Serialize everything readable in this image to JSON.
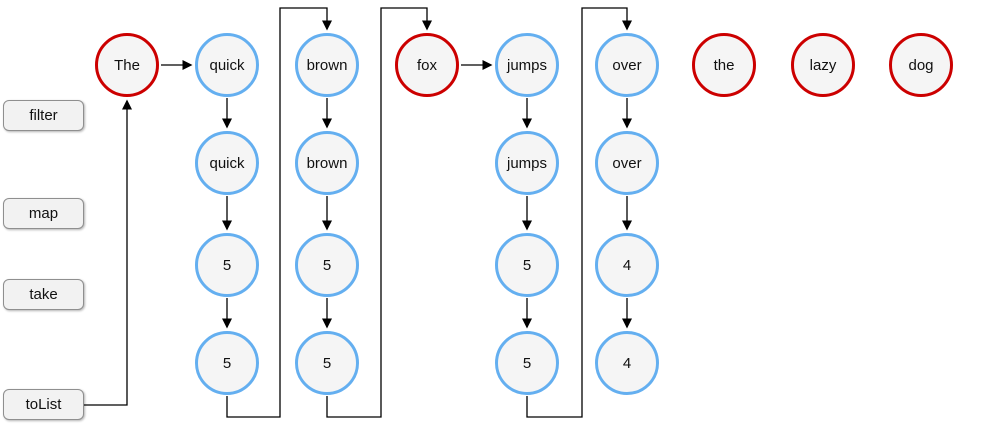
{
  "operations": [
    {
      "label": "filter"
    },
    {
      "label": "map"
    },
    {
      "label": "take"
    },
    {
      "label": "toList"
    }
  ],
  "rows": [
    {
      "name": "source-elements",
      "items": [
        {
          "label": "The",
          "state": "rejected"
        },
        {
          "label": "quick",
          "state": "accepted"
        },
        {
          "label": "brown",
          "state": "accepted"
        },
        {
          "label": "fox",
          "state": "rejected"
        },
        {
          "label": "jumps",
          "state": "accepted"
        },
        {
          "label": "over",
          "state": "accepted"
        },
        {
          "label": "the",
          "state": "rejected"
        },
        {
          "label": "lazy",
          "state": "rejected"
        },
        {
          "label": "dog",
          "state": "rejected"
        }
      ]
    },
    {
      "name": "after-filter",
      "items": [
        {
          "label": "quick",
          "state": "accepted"
        },
        {
          "label": "brown",
          "state": "accepted"
        },
        {
          "label": "jumps",
          "state": "accepted"
        },
        {
          "label": "over",
          "state": "accepted"
        }
      ]
    },
    {
      "name": "after-map",
      "items": [
        {
          "label": "5",
          "state": "accepted"
        },
        {
          "label": "5",
          "state": "accepted"
        },
        {
          "label": "5",
          "state": "accepted"
        },
        {
          "label": "4",
          "state": "accepted"
        }
      ]
    },
    {
      "name": "after-take",
      "items": [
        {
          "label": "5",
          "state": "accepted"
        },
        {
          "label": "5",
          "state": "accepted"
        },
        {
          "label": "5",
          "state": "accepted"
        },
        {
          "label": "4",
          "state": "accepted"
        }
      ]
    }
  ],
  "colors": {
    "accepted_border": "#64aff0",
    "rejected_border": "#cc0000",
    "node_fill": "#f5f5f5",
    "label_fill": "#f2f2f2",
    "label_border": "#8f8f8f",
    "line": "#000000"
  }
}
